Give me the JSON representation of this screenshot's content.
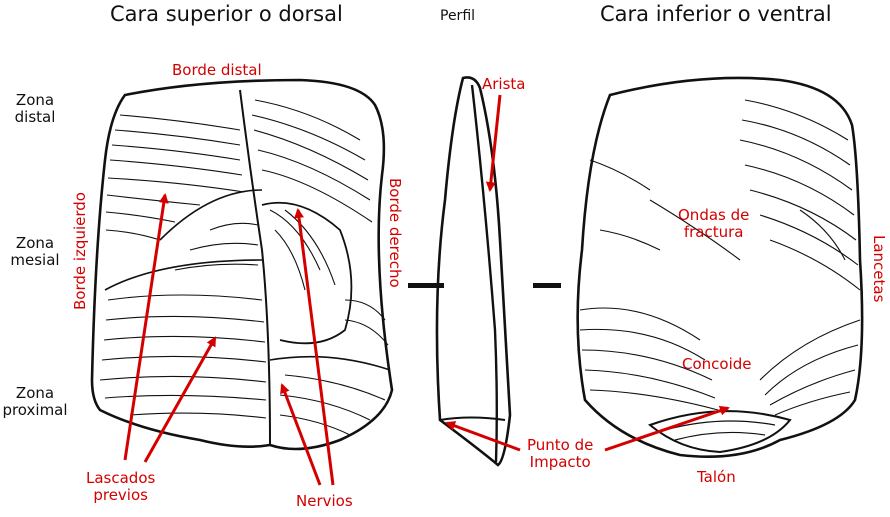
{
  "titles": {
    "dorsal": "Cara superior o dorsal",
    "profile": "Perfil",
    "ventral": "Cara inferior o ventral"
  },
  "zones": {
    "distal": [
      "Zona",
      "distal"
    ],
    "mesial": [
      "Zona",
      "mesial"
    ],
    "proximal": [
      "Zona",
      "proximal"
    ]
  },
  "labels": {
    "borde_distal": "Borde distal",
    "borde_izquierdo": "Borde izquierdo",
    "borde_derecho": "Borde derecho",
    "arista": "Arista",
    "lascados_previos": [
      "Lascados",
      "previos"
    ],
    "nervios": "Nervios",
    "punto_impacto": [
      "Punto de",
      "Impacto"
    ],
    "ondas_fractura": [
      "Ondas de",
      "fractura"
    ],
    "lancetas": "Lancetas",
    "concoide": "Concoide",
    "talon": "Talón"
  },
  "colors": {
    "label_red": "#d40000",
    "ink": "#111111"
  }
}
